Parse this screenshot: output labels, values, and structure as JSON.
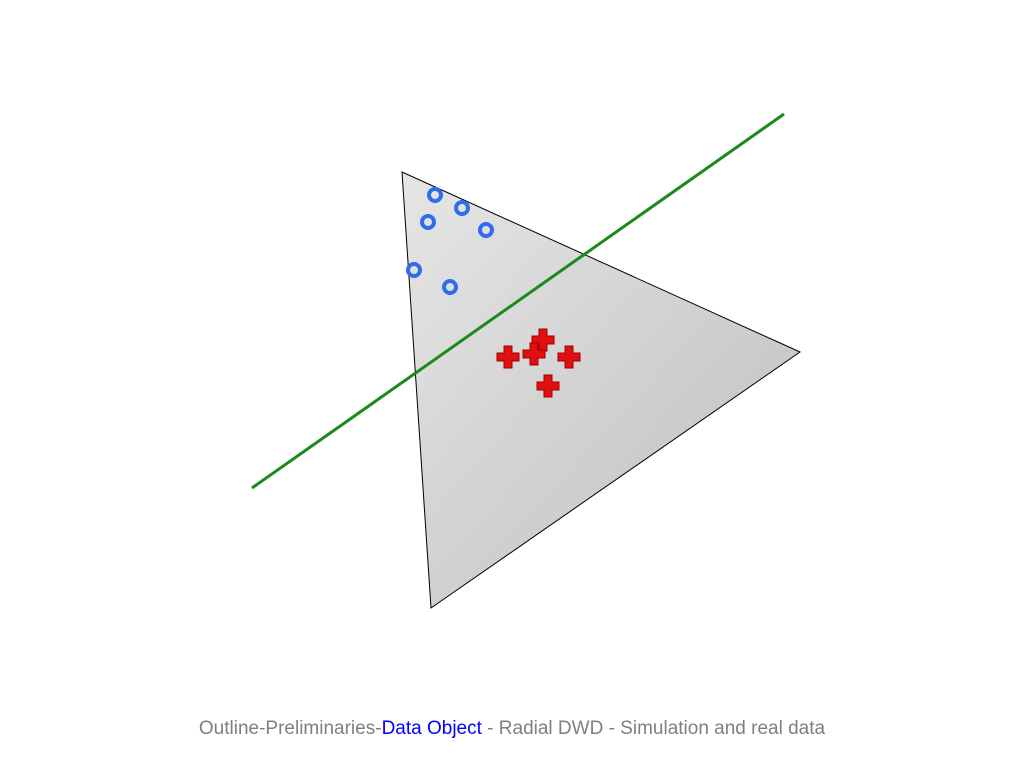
{
  "footer": {
    "part1": "Outline-Preliminaries-",
    "part2": "Data Object",
    "part3": " - Radial DWD - Simulation and real data",
    "highlight_color": "#0000ff",
    "text_color": "#7f7f7f"
  },
  "diagram": {
    "triangle_fill": "#d0d0d0",
    "separator_color": "#1a8a1a",
    "class_a": {
      "marker": "ring-marker",
      "color": "#2f6cf0",
      "count": 6
    },
    "class_b": {
      "marker": "cross-marker",
      "color": "#e01010",
      "count": 5
    }
  }
}
